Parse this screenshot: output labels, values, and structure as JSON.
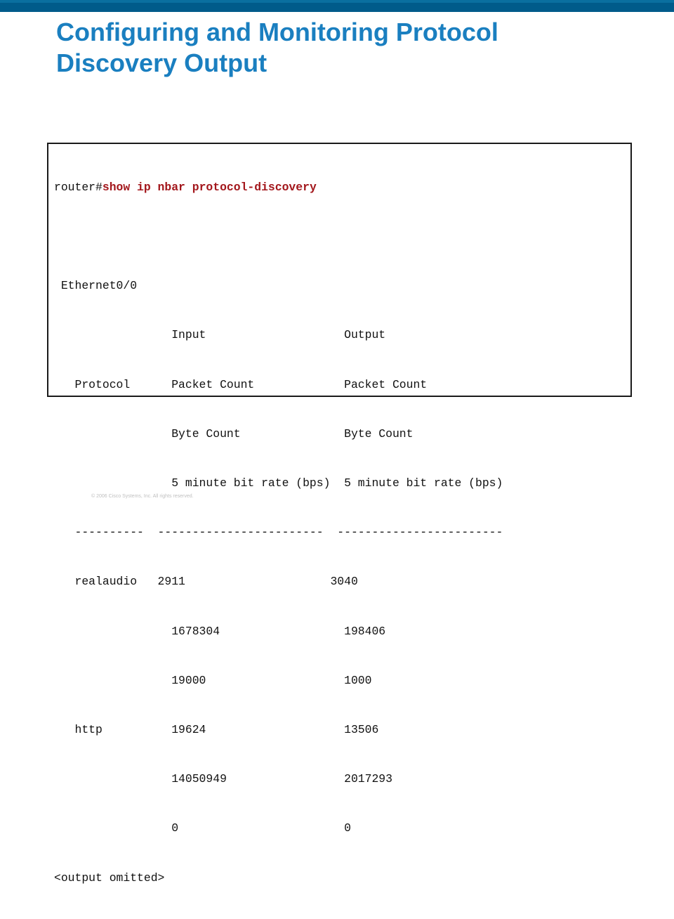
{
  "slide": {
    "title_line1": "Configuring and Monitoring Protocol",
    "title_line2": "Discovery Output",
    "footer": "© 2006 Cisco Systems, Inc. All rights reserved."
  },
  "terminal": {
    "prompt": "router#",
    "command": "show ip nbar protocol-discovery",
    "lines": [
      "",
      " Ethernet0/0",
      "                 Input                    Output",
      "   Protocol      Packet Count             Packet Count",
      "                 Byte Count               Byte Count",
      "                 5 minute bit rate (bps)  5 minute bit rate (bps)",
      "   ----------  ------------------------  ------------------------",
      "   realaudio   2911                     3040",
      "                 1678304                  198406",
      "                 19000                    1000",
      "   http          19624                    13506",
      "                 14050949                 2017293",
      "                 0                        0",
      "<output omitted>"
    ]
  },
  "colors": {
    "header_bar": "#005b8a",
    "title": "#1a7fc0",
    "command": "#a3171c"
  }
}
